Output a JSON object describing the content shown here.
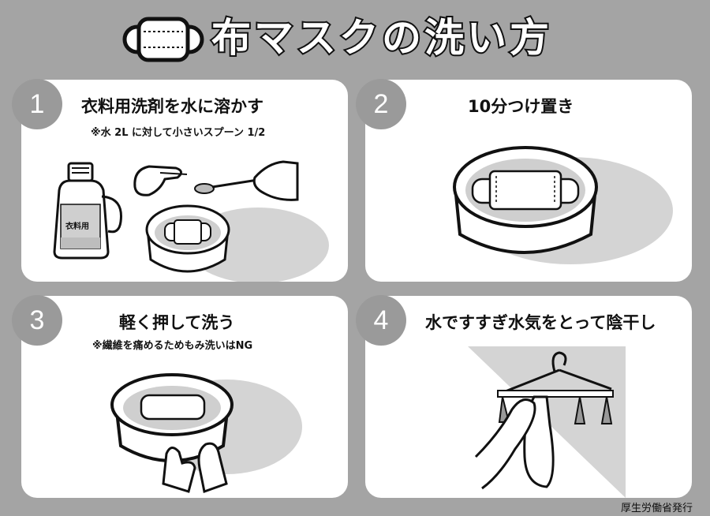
{
  "title": "布マスクの洗い方",
  "icons": [
    "cloth-mask-icon"
  ],
  "steps": [
    {
      "number": "1",
      "title": "衣料用洗剤を水に溶かす",
      "note": "※水 2L に対して小さいスプーン 1/2",
      "bottle_label": "衣料用"
    },
    {
      "number": "2",
      "title": "10分つけ置き"
    },
    {
      "number": "3",
      "title": "軽く押して洗う",
      "note": "※繊維を痛めるためもみ洗いはNG"
    },
    {
      "number": "4",
      "title": "水ですすぎ水気をとって陰干し"
    }
  ],
  "footer": "厚生労働省発行",
  "colors": {
    "background": "#a4a4a4",
    "card": "#ffffff",
    "circle": "#9a9a9a"
  }
}
